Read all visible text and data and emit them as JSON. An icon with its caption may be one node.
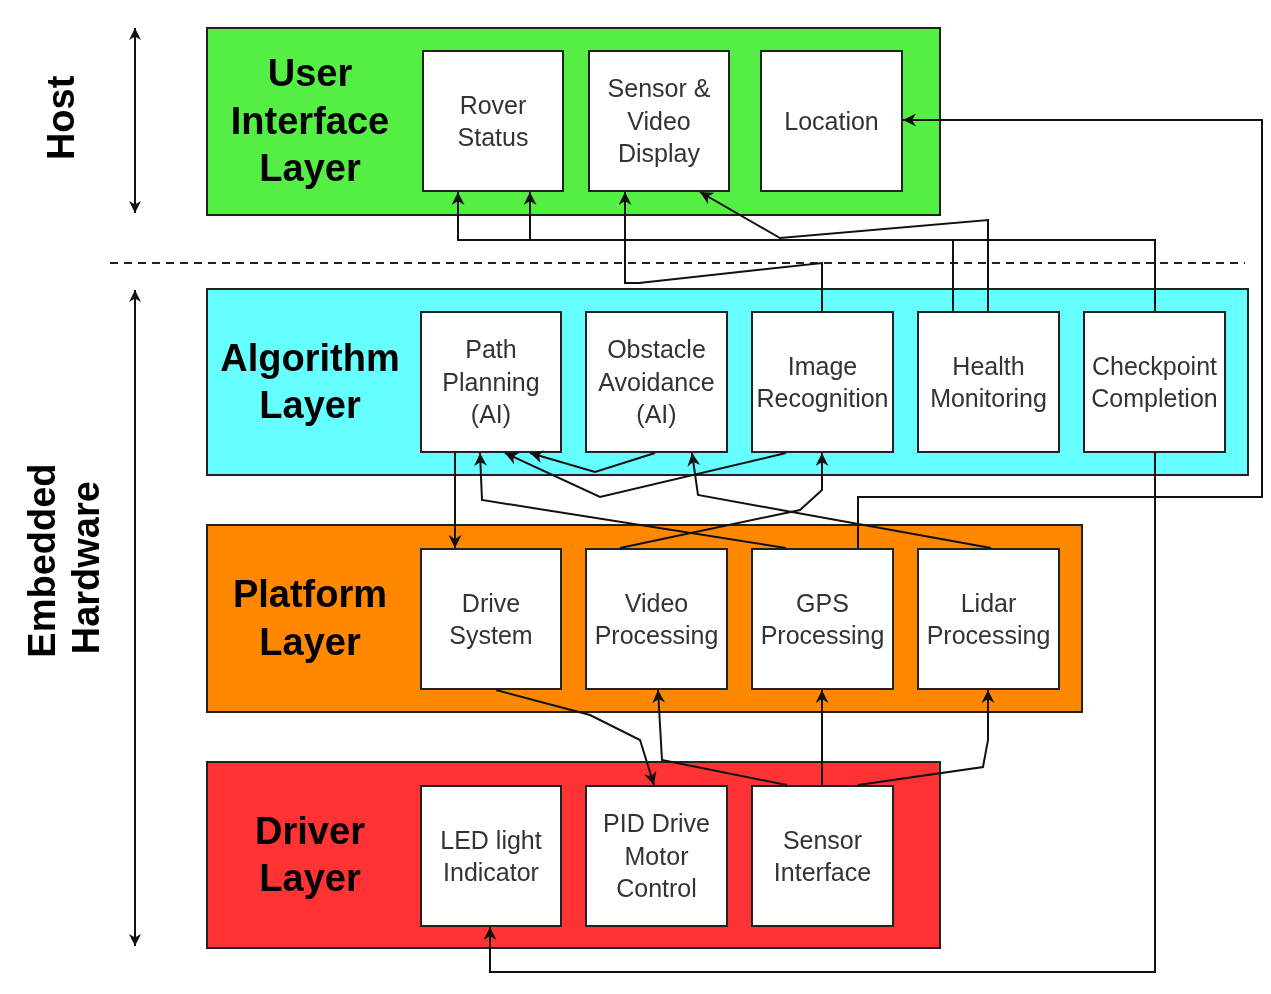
{
  "diagram": {
    "nodes": [
      {
        "text": [
          "User Interface Layer"
        ]
      },
      {
        "text": [
          "Rover Status"
        ],
        "in": 0
      },
      {
        "text": [
          "Sensor & Video Display"
        ],
        "in": 0
      },
      {
        "text": [
          "Location"
        ],
        "in": 0
      },
      {
        "text": [
          "Algorithm Layer"
        ]
      },
      {
        "text": [
          "Path Planning (AI)"
        ],
        "in": 4
      },
      {
        "text": [
          "Obstacle Avoidance (AI)"
        ],
        "in": 4
      },
      {
        "text": [
          "Image Recognition"
        ],
        "in": 4
      },
      {
        "text": [
          "Health Monitoring"
        ],
        "in": 4
      },
      {
        "text": [
          "Checkpoint Completion"
        ],
        "in": 4
      },
      {
        "text": [
          "Platform Layer"
        ]
      },
      {
        "text": [
          "Drive System"
        ],
        "in": 10
      },
      {
        "text": [
          "Video Processing"
        ],
        "in": 10
      },
      {
        "text": [
          "GPS Processing"
        ],
        "in": 10
      },
      {
        "text": [
          "Lidar Processing"
        ],
        "in": 10
      },
      {
        "text": [
          "Driver Layer"
        ]
      },
      {
        "text": [
          "LED light Indicator"
        ],
        "in": 15
      },
      {
        "text": [
          "PID Drive Motor Control"
        ],
        "in": 15
      },
      {
        "text": [
          "Sensor Interface"
        ],
        "in": 15
      }
    ],
    "edges": [
      {
        "from": 8,
        "to": 1,
        "arrow": "to"
      },
      {
        "from": 9,
        "to": 1,
        "arrow": "to"
      },
      {
        "from": 8,
        "to": 2,
        "arrow": "to"
      },
      {
        "from": 7,
        "to": 2,
        "arrow": "to"
      },
      {
        "from": 13,
        "to": 3,
        "arrow": "to"
      },
      {
        "from": 5,
        "to": 11,
        "arrow": "to"
      },
      {
        "from": 6,
        "to": 5,
        "arrow": "to"
      },
      {
        "from": 7,
        "to": 5,
        "arrow": "to"
      },
      {
        "from": 12,
        "to": 7,
        "arrow": "to"
      },
      {
        "from": 13,
        "to": 5,
        "arrow": "to"
      },
      {
        "from": 14,
        "to": 6,
        "arrow": "to"
      },
      {
        "from": 11,
        "to": 17,
        "arrow": "to"
      },
      {
        "from": 18,
        "to": 12,
        "arrow": "to"
      },
      {
        "from": 18,
        "to": 13,
        "arrow": "to"
      },
      {
        "from": 18,
        "to": 14,
        "arrow": "to"
      },
      {
        "from": 9,
        "to": 16,
        "arrow": "to"
      }
    ],
    "labels": [
      "Host",
      "Embedded Hardware"
    ]
  }
}
